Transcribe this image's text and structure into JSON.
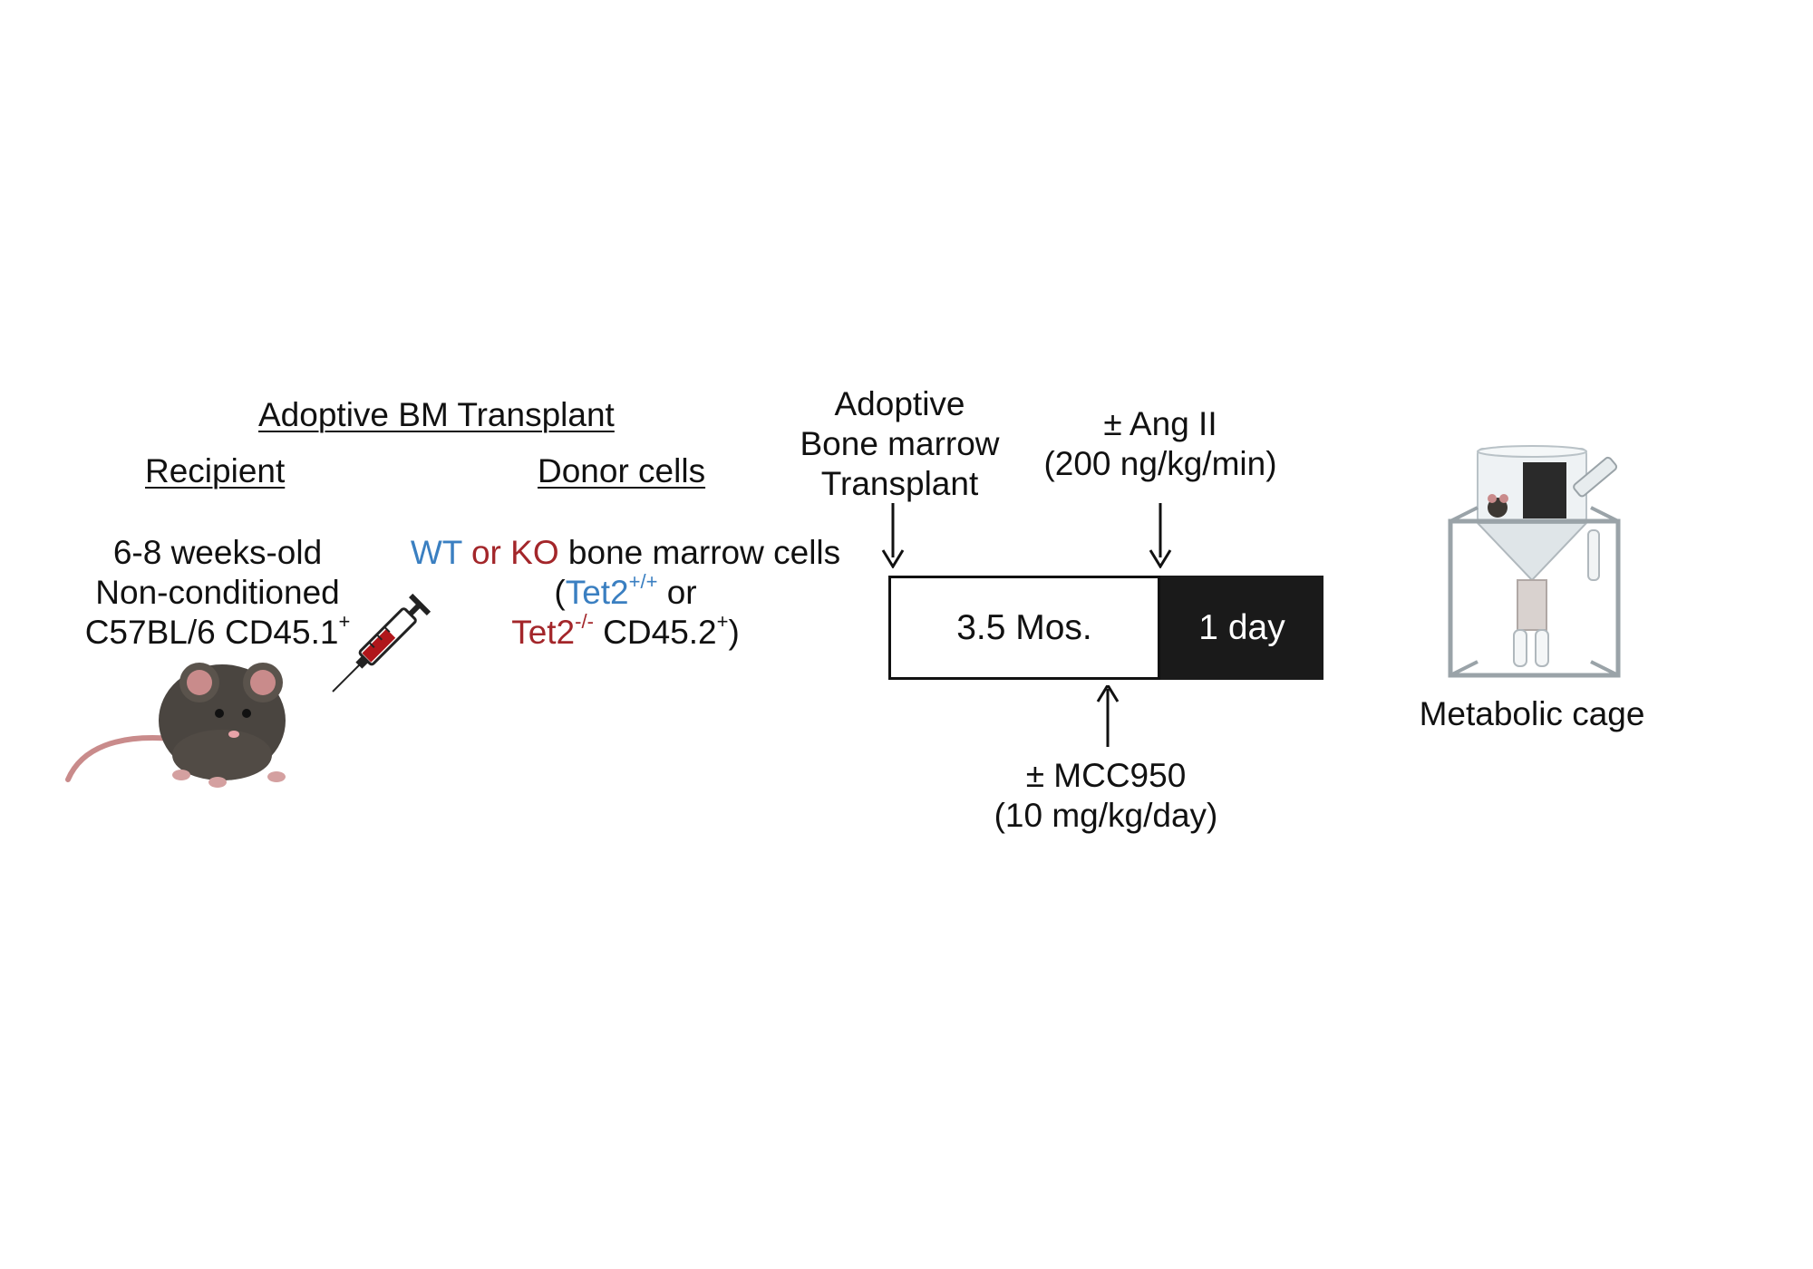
{
  "headings": {
    "adoptive_bm_transplant": "Adoptive BM Transplant",
    "recipient": "Recipient",
    "donor_cells": "Donor cells"
  },
  "recipient": {
    "line1": "6-8 weeks-old",
    "line2": "Non-conditioned",
    "line3": "C57BL/6 CD45.1",
    "line3_sup": "+"
  },
  "donor": {
    "wt": "WT",
    "or": " or ",
    "ko": "KO",
    "rest": " bone marrow cells",
    "open_paren": "(",
    "tet2_wt": "Tet2",
    "tet2_wt_sup": "+/+",
    "or2": " or",
    "tet2_ko": "Tet2",
    "tet2_ko_sup": "-/-",
    "cd452": " CD45.2",
    "cd452_sup": "+",
    "close_paren": ")"
  },
  "timeline": {
    "transplant_label": [
      "Adoptive",
      "Bone marrow",
      "Transplant"
    ],
    "ang_label": [
      "± Ang II",
      "(200 ng/kg/min)"
    ],
    "phase1": "3.5 Mos.",
    "phase2": "1 day",
    "mcc_label": [
      "± MCC950",
      "(10 mg/kg/day)"
    ]
  },
  "metabolic_cage_label": "Metabolic cage",
  "colors": {
    "wt_blue": "#3a7fc1",
    "ko_red": "#a3262a",
    "phase2_fill": "#1a1a1a",
    "mouse_fur": "#4a4540",
    "mouse_pink": "#c98b8b",
    "syringe_blood": "#b0161b"
  },
  "icons": [
    "mouse-illustration",
    "syringe-illustration",
    "metabolic-cage-illustration",
    "arrow-down-icon",
    "arrow-up-icon"
  ]
}
